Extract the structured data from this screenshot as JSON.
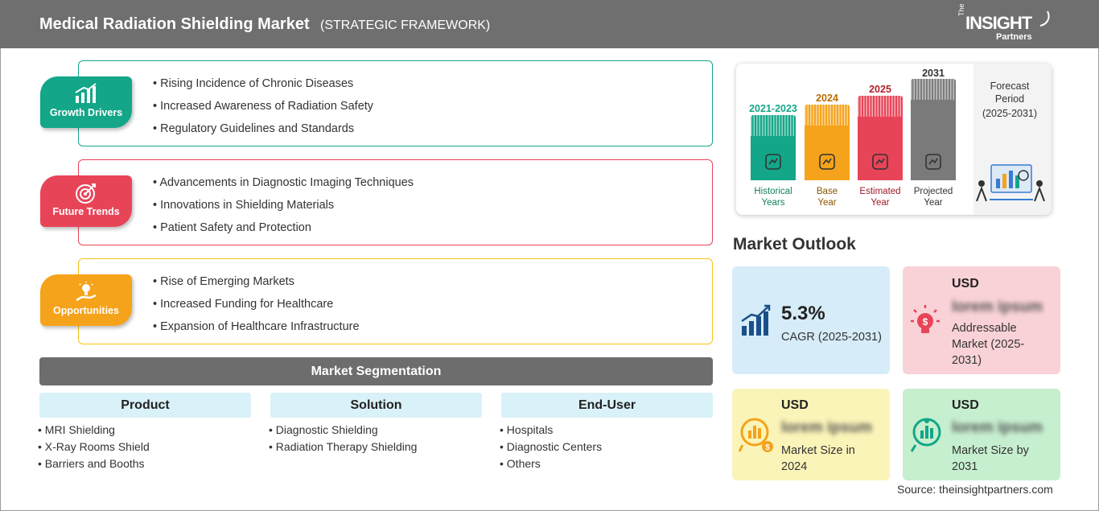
{
  "header": {
    "title": "Medical Radiation Shielding Market",
    "subtitle": "(STRATEGIC FRAMEWORK)",
    "logo_the": "The",
    "logo_insight": "INSIGHT",
    "logo_partners": "Partners"
  },
  "framework": [
    {
      "label": "Growth Drivers",
      "icon": "growth-chart-icon",
      "color": "#13a688",
      "items": [
        "Rising Incidence of Chronic Diseases",
        "Increased Awareness of Radiation Safety",
        "Regulatory Guidelines and Standards"
      ]
    },
    {
      "label": "Future Trends",
      "icon": "target-icon",
      "color": "#e84458",
      "items": [
        "Advancements in Diagnostic Imaging Techniques",
        "Innovations in Shielding Materials",
        "Patient Safety and Protection"
      ]
    },
    {
      "label": "Opportunities",
      "icon": "lightbulb-hand-icon",
      "color": "#f5a31a",
      "items": [
        "Rise of Emerging Markets",
        "Increased Funding for Healthcare",
        "Expansion of Healthcare Infrastructure"
      ]
    }
  ],
  "segmentation": {
    "title": "Market Segmentation",
    "columns": [
      {
        "header": "Product",
        "items": [
          "MRI Shielding",
          "X-Ray Rooms Shield",
          "Barriers and Booths"
        ]
      },
      {
        "header": "Solution",
        "items": [
          "Diagnostic Shielding",
          "Radiation Therapy Shielding"
        ]
      },
      {
        "header": "End-User",
        "items": [
          "Hospitals",
          "Diagnostic Centers",
          "Others"
        ]
      }
    ]
  },
  "timeline": {
    "periods": [
      {
        "year": "2021-2023",
        "caption_1": "Historical",
        "caption_2": "Years",
        "color": "#13a688",
        "icon": "history-icon"
      },
      {
        "year": "2024",
        "caption_1": "Base",
        "caption_2": "Year",
        "color": "#f5a31a",
        "icon": "calendar-icon"
      },
      {
        "year": "2025",
        "caption_1": "Estimated",
        "caption_2": "Year",
        "color": "#e84458",
        "icon": "gears-icon"
      },
      {
        "year": "2031",
        "caption_1": "Projected",
        "caption_2": "Year",
        "color": "#7a7a7a",
        "icon": "presentation-icon"
      }
    ],
    "forecast_line1": "Forecast",
    "forecast_line2": "Period",
    "forecast_range": "(2025-2031)"
  },
  "outlook": {
    "title": "Market Outlook",
    "cagr_value": "5.3%",
    "cagr_label": "CAGR (2025-2031)",
    "addressable": {
      "currency": "USD",
      "value": "lorem ipsum",
      "label": "Addressable Market (2025-2031)"
    },
    "size_2024": {
      "currency": "USD",
      "value": "lorem ipsum",
      "label": "Market Size in 2024"
    },
    "size_2031": {
      "currency": "USD",
      "value": "lorem ipsum",
      "label": "Market Size by 2031"
    }
  },
  "source": "Source: theinsightpartners.com"
}
